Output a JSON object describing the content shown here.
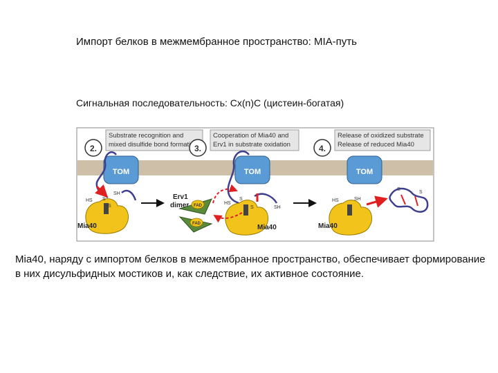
{
  "title": "Импорт белков в межмембранное пространство: MIA-путь",
  "subtitle": "Сигнальная последовательность: Cx(n)C (цистеин-богатая)",
  "caption": "Mia40, наряду с импортом белков в межмембранное пространство, обеспечивает формирование в них дисульфидных мостиков и, как следствие, их активное состояние.",
  "figure": {
    "panels": [
      {
        "number": "2.",
        "heading_line1": "Substrate recognition and",
        "heading_line2": "mixed disulfide bond formation",
        "tom": "TOM",
        "mia": "Mia40",
        "labels": [
          "HS",
          "S",
          "S",
          "SH"
        ]
      },
      {
        "number": "3.",
        "heading_line1": "Cooperation of Mia40 and",
        "heading_line2": "Erv1 in substrate oxidation",
        "tom": "TOM",
        "mia": "Mia40",
        "erv_line1": "Erv1",
        "erv_line2": "dimer",
        "fad": "FAD",
        "labels": [
          "HS",
          "S",
          "S",
          "SH"
        ]
      },
      {
        "number": "4.",
        "heading_line1": "Release of oxidized substrate",
        "heading_line2": "Release of reduced Mia40",
        "tom": "TOM",
        "mia": "Mia40",
        "labels": [
          "HS",
          "SH",
          "S",
          "S"
        ]
      }
    ],
    "colors": {
      "membrane": "#cdbfa8",
      "tom": "#5b9bd5",
      "mia": "#f2c31b",
      "erv": "#5a8a3a",
      "substrate": "#3e3f8f",
      "arrow_red": "#e02020",
      "heading_box": "#e6e6e6"
    }
  }
}
